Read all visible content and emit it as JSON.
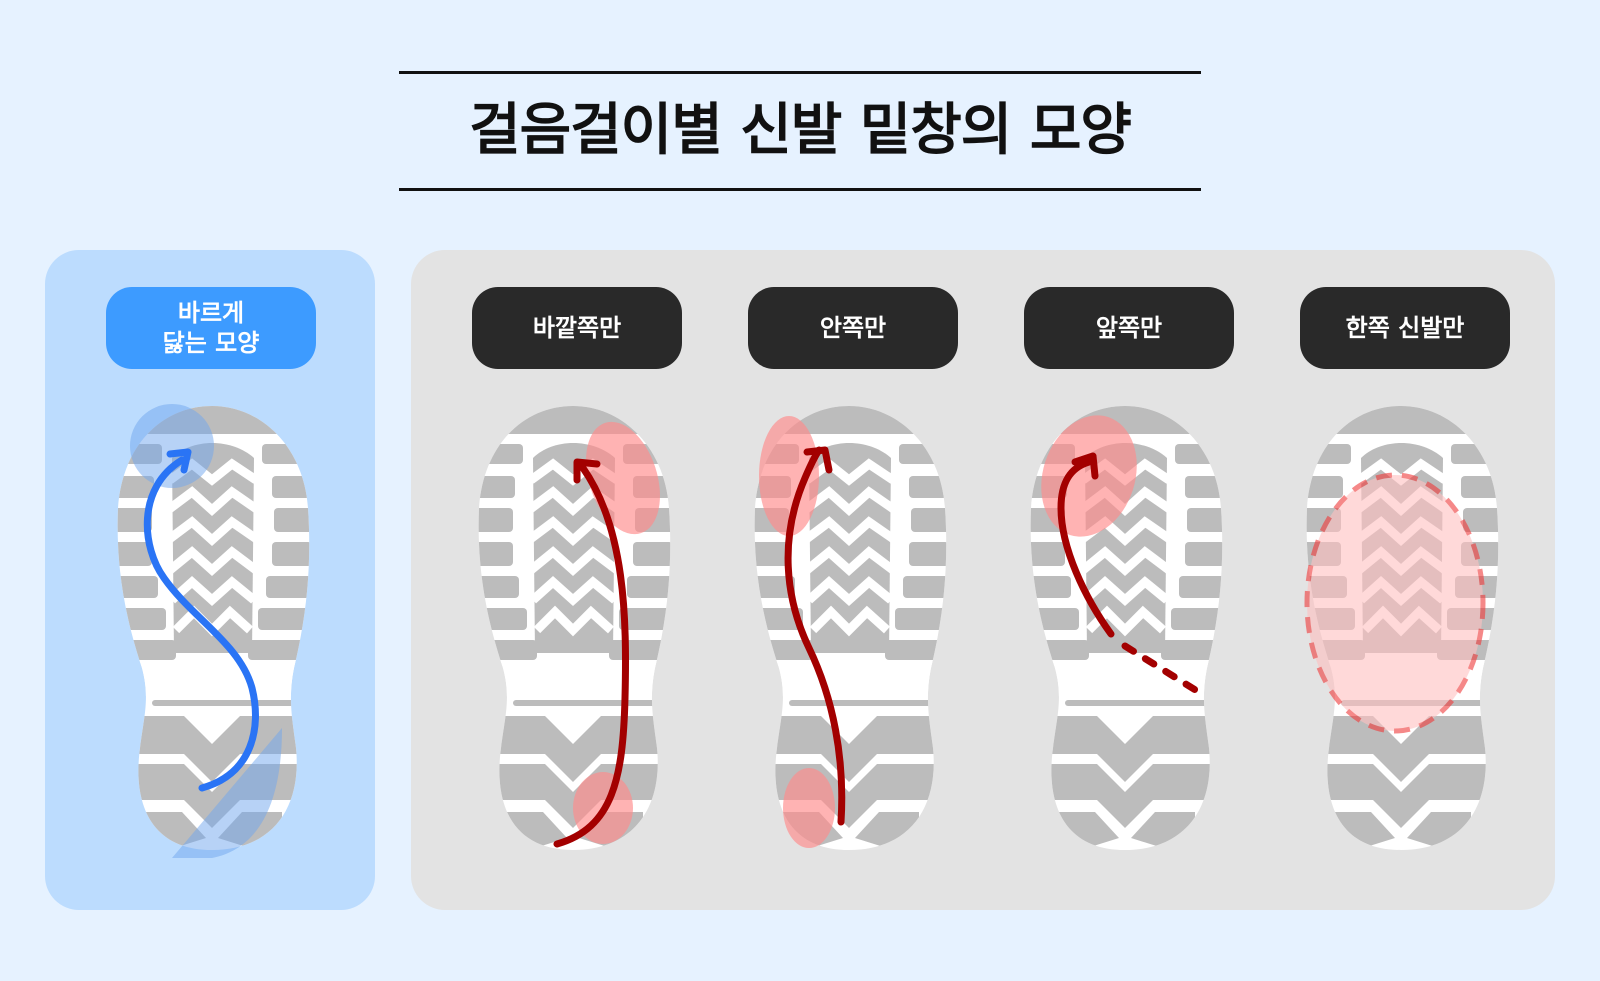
{
  "title": "걸음걸이별 신발 밑창의 모양",
  "colors": {
    "background": "#e6f2ff",
    "correct_panel": "#bcdcfe",
    "wrong_panel": "#e3e3e3",
    "correct_label": "#3d9bff",
    "wrong_label": "#292929",
    "sole_tread": "#bcbcbc",
    "correct_path": "#2a74f5",
    "wrong_path": "#a30000",
    "wear_highlight": "#ff8a8a",
    "one_side_outline": "#f03a3a"
  },
  "correct": {
    "label_line1": "바르게",
    "label_line2": "닳는 모양",
    "wear_areas": [
      "outer-heel",
      "big-toe"
    ],
    "path": "S-curve from outer heel to big toe"
  },
  "patterns": [
    {
      "label": "바깥쪽만",
      "wear_areas": [
        "outer-forefoot",
        "outer-heel"
      ],
      "path": "straight along outer edge"
    },
    {
      "label": "안쪽만",
      "wear_areas": [
        "inner-forefoot",
        "inner-heel"
      ],
      "path": "along inner edge"
    },
    {
      "label": "앞쪽만",
      "wear_areas": [
        "forefoot-toe"
      ],
      "path": "forefoot only, heel not touching (dashed)"
    },
    {
      "label": "한쪽 신발만",
      "wear_areas": [
        "whole-sole-one-shoe"
      ],
      "path": "dashed ellipse over sole"
    }
  ]
}
